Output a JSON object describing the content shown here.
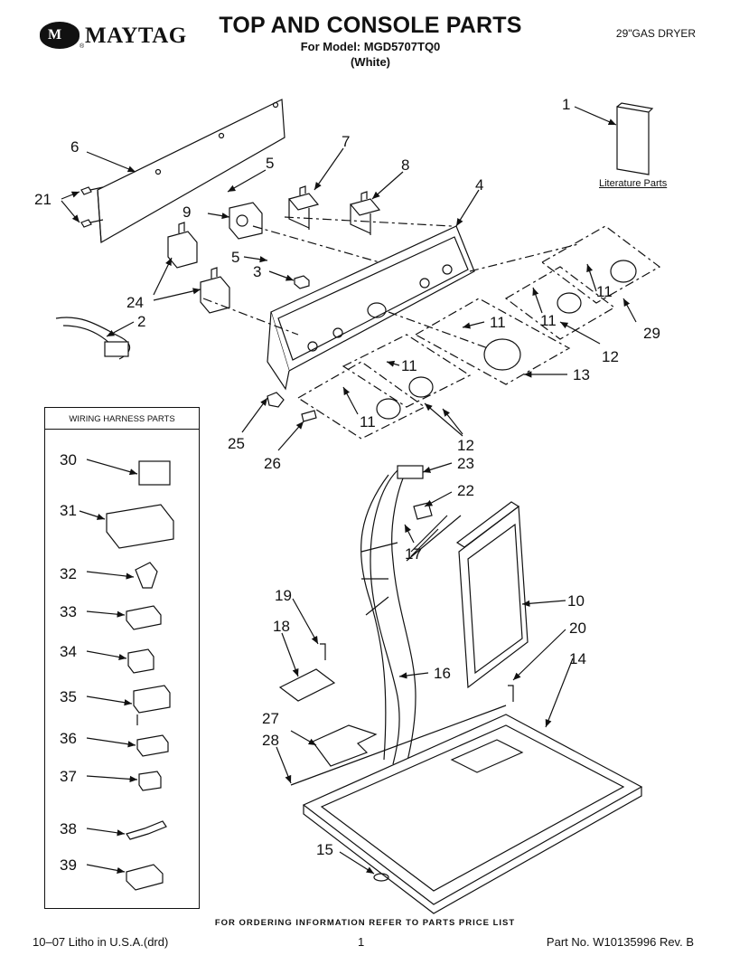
{
  "header": {
    "brand": "MAYTAG",
    "brand_badge": "M",
    "brand_reg": "®",
    "title": "TOP AND CONSOLE PARTS",
    "model_line": "For Model: MGD5707TQ0",
    "color_line": "(White)",
    "product": "29\"GAS DRYER"
  },
  "literature": {
    "label": "Literature Parts"
  },
  "wiring_box": {
    "title": "WIRING HARNESS PARTS"
  },
  "callouts": [
    {
      "id": "c1",
      "text": "1"
    },
    {
      "id": "c2",
      "text": "2"
    },
    {
      "id": "c3",
      "text": "3"
    },
    {
      "id": "c4",
      "text": "4"
    },
    {
      "id": "c5a",
      "text": "5"
    },
    {
      "id": "c5b",
      "text": "5"
    },
    {
      "id": "c6",
      "text": "6"
    },
    {
      "id": "c7",
      "text": "7"
    },
    {
      "id": "c8",
      "text": "8"
    },
    {
      "id": "c9",
      "text": "9"
    },
    {
      "id": "c10",
      "text": "10"
    },
    {
      "id": "c11a",
      "text": "11"
    },
    {
      "id": "c11b",
      "text": "11"
    },
    {
      "id": "c11c",
      "text": "11"
    },
    {
      "id": "c11d",
      "text": "11"
    },
    {
      "id": "c11e",
      "text": "11"
    },
    {
      "id": "c12a",
      "text": "12"
    },
    {
      "id": "c12b",
      "text": "12"
    },
    {
      "id": "c13",
      "text": "13"
    },
    {
      "id": "c14",
      "text": "14"
    },
    {
      "id": "c15",
      "text": "15"
    },
    {
      "id": "c16",
      "text": "16"
    },
    {
      "id": "c17",
      "text": "17"
    },
    {
      "id": "c18",
      "text": "18"
    },
    {
      "id": "c19",
      "text": "19"
    },
    {
      "id": "c20",
      "text": "20"
    },
    {
      "id": "c21",
      "text": "21"
    },
    {
      "id": "c22",
      "text": "22"
    },
    {
      "id": "c23",
      "text": "23"
    },
    {
      "id": "c24",
      "text": "24"
    },
    {
      "id": "c25",
      "text": "25"
    },
    {
      "id": "c26",
      "text": "26"
    },
    {
      "id": "c27",
      "text": "27"
    },
    {
      "id": "c28",
      "text": "28"
    },
    {
      "id": "c29",
      "text": "29"
    },
    {
      "id": "c30",
      "text": "30"
    },
    {
      "id": "c31",
      "text": "31"
    },
    {
      "id": "c32",
      "text": "32"
    },
    {
      "id": "c33",
      "text": "33"
    },
    {
      "id": "c34",
      "text": "34"
    },
    {
      "id": "c35",
      "text": "35"
    },
    {
      "id": "c36",
      "text": "36"
    },
    {
      "id": "c37",
      "text": "37"
    },
    {
      "id": "c38",
      "text": "38"
    },
    {
      "id": "c39",
      "text": "39"
    }
  ],
  "footer": {
    "note": "FOR ORDERING INFORMATION REFER TO PARTS PRICE LIST",
    "left": "10–07 Litho in U.S.A.(drd)",
    "page": "1",
    "part_no": "Part No. W10135996 Rev. B"
  }
}
